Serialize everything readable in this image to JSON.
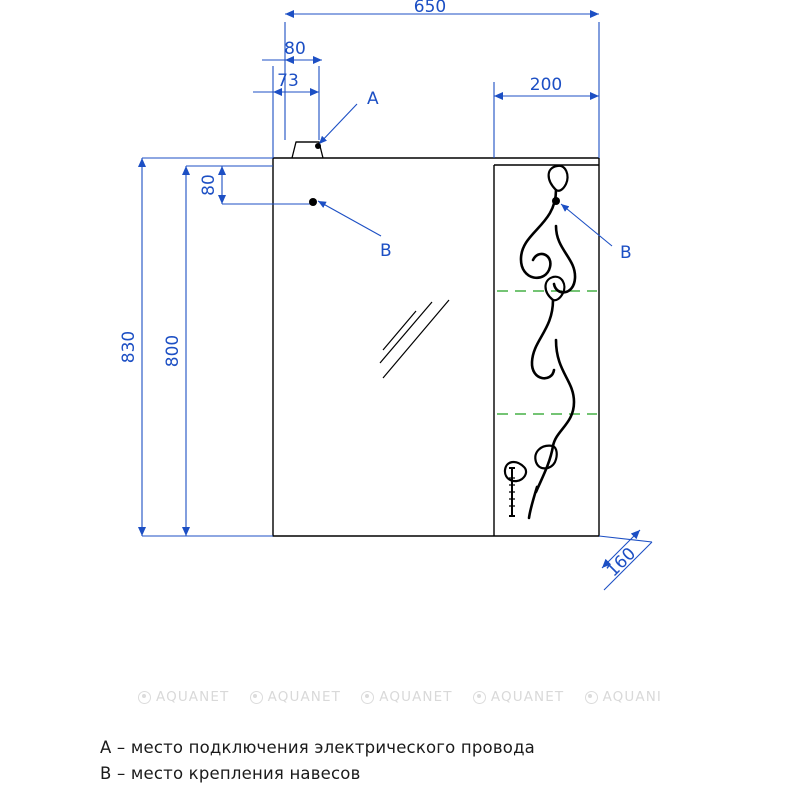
{
  "drawing": {
    "title": "Technical dimension drawing of a mirror cabinet",
    "line_color": "#1c4fc4",
    "outline_color": "#000000",
    "accent_color": "#20a020",
    "dimensions": {
      "top_total": "650",
      "top_left_offset": "80",
      "top_left_inner": "73",
      "top_right_door": "200",
      "left_outer_height": "830",
      "left_inner_height": "800",
      "left_small_offset": "80",
      "depth": "160"
    },
    "markers": {
      "a": "A",
      "b_left": "B",
      "b_right": "B"
    }
  },
  "watermarks": [
    {
      "text": "AQUANET"
    },
    {
      "text": "AQUANET"
    },
    {
      "text": "AQUANET"
    },
    {
      "text": "AQUANET"
    },
    {
      "text": "AQUANI"
    }
  ],
  "legend": {
    "line_a": "A – место подключения электрического провода",
    "line_b": "B – место крепления навесов"
  }
}
